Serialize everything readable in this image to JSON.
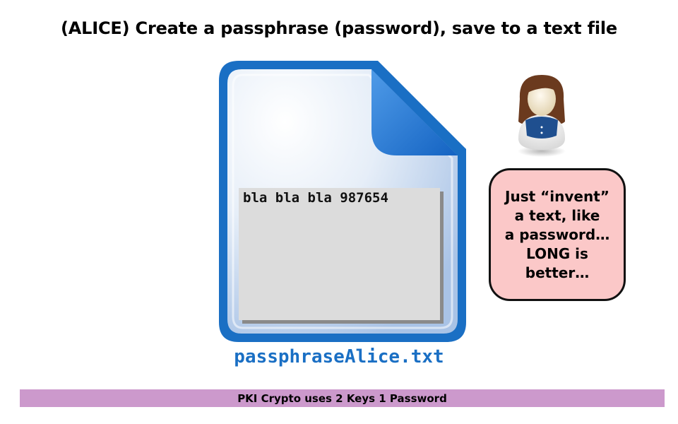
{
  "title": "(ALICE) Create a passphrase (password), save to a text file",
  "file": {
    "content": "bla bla bla 987654",
    "name": "passphraseAlice.txt",
    "icon": "text-file-icon"
  },
  "person": {
    "icon": "person-icon"
  },
  "bubble": {
    "lines": [
      "Just “invent”",
      "a text, like",
      "a password…",
      "LONG is",
      "better…"
    ]
  },
  "footer": {
    "text": "PKI Crypto uses 2 Keys 1 Password"
  },
  "colors": {
    "file_blue": "#1a6fc4",
    "bubble_fill": "#fbc8c8",
    "footer_bar": "#cc99cc",
    "text_box": "#dcdcdc"
  }
}
